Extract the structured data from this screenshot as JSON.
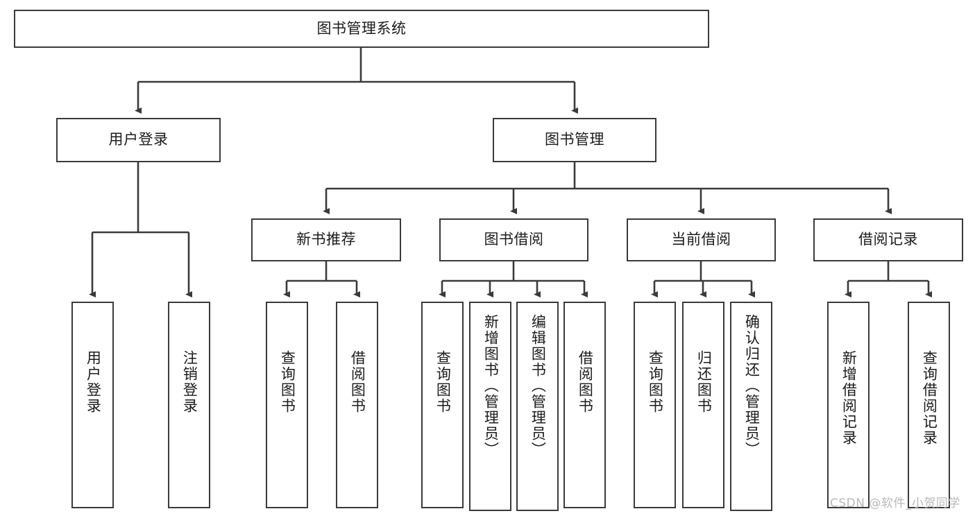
{
  "diagram": {
    "title": "图书管理系统",
    "type": "tree-hierarchy-chart",
    "root": {
      "label": "图书管理系统"
    },
    "level2": [
      {
        "label": "用户登录"
      },
      {
        "label": "图书管理"
      }
    ],
    "level3": [
      {
        "label": "新书推荐"
      },
      {
        "label": "图书借阅"
      },
      {
        "label": "当前借阅"
      },
      {
        "label": "借阅记录"
      }
    ],
    "leaves": {
      "user_login": [
        {
          "label": "用户登录"
        },
        {
          "label": "注销登录"
        }
      ],
      "new_book_recommend": [
        {
          "label": "查询图书"
        },
        {
          "label": "借阅图书"
        }
      ],
      "book_borrow": [
        {
          "label": "查询图书"
        },
        {
          "label": "新增图书（管理员）"
        },
        {
          "label": "编辑图书（管理员）"
        },
        {
          "label": "借阅图书"
        }
      ],
      "current_borrow": [
        {
          "label": "查询图书"
        },
        {
          "label": "归还图书"
        },
        {
          "label": "确认归还（管理员）"
        }
      ],
      "borrow_record": [
        {
          "label": "新增借阅记录"
        },
        {
          "label": "查询借阅记录"
        }
      ]
    }
  },
  "watermark": {
    "text": "CSDN @软件_小贺同学"
  },
  "colors": {
    "stroke": "#3a3a3a",
    "box_fill": "#ffffff",
    "text": "#1b1b1b",
    "watermark": "#b9b9b9",
    "background": "#ffffff"
  }
}
